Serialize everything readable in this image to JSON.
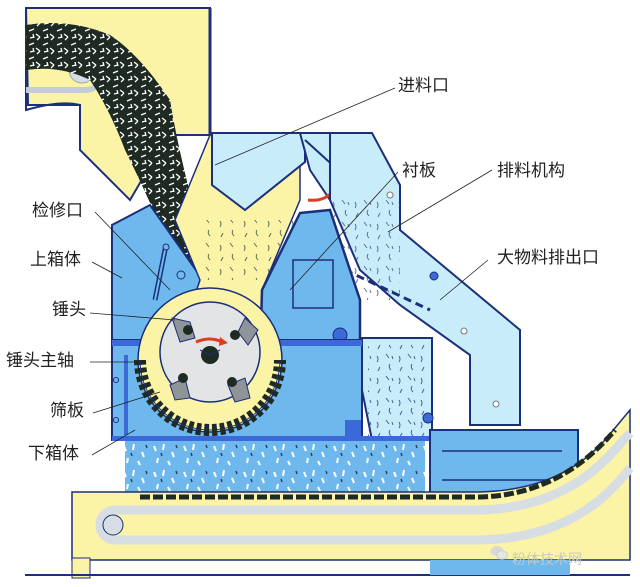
{
  "diagram": {
    "subject": "Hammer crusher cross-section",
    "colors": {
      "casing_blue": "#6fb8ee",
      "casing_light": "#c9ecfb",
      "chamber_yellow": "#fbf3a6",
      "outline_navy": "#1b2f7a",
      "belt_gray": "#d6dde3",
      "material_dark": "#1e2a22",
      "rotor_gray": "#e2e4e6",
      "hammer_gray": "#8f9498",
      "arrow_red": "#e03a22"
    },
    "labels": {
      "feed_inlet": "进料口",
      "liner_plate": "衬板",
      "discharge_mechanism": "排料机构",
      "large_material_outlet": "大物料排出口",
      "inspection_port": "检修口",
      "upper_casing": "上箱体",
      "hammer_head": "锤头",
      "hammer_spindle": "锤头主轴",
      "screen_plate": "筛板",
      "lower_casing": "下箱体"
    },
    "watermark": {
      "icon": "wechat-icon",
      "text": "粉体技术网"
    }
  }
}
